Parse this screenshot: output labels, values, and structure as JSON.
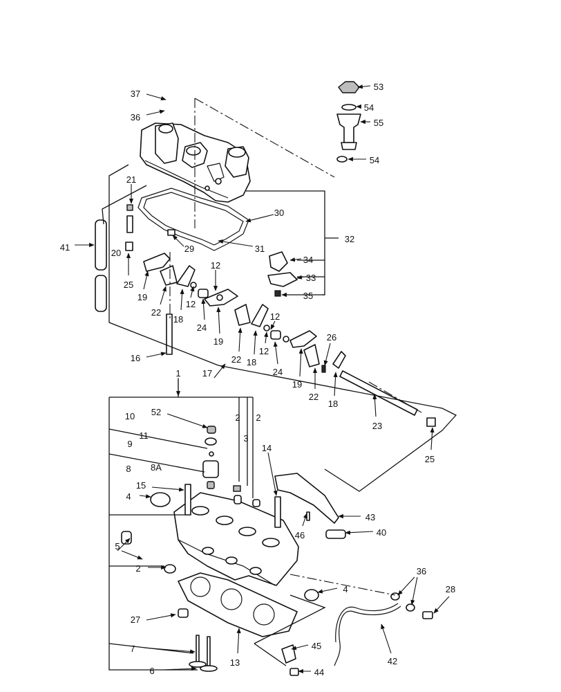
{
  "callouts": {
    "c1": "1",
    "c2a": "2",
    "c2b": "2",
    "c2c": "2",
    "c3": "3",
    "c4a": "4",
    "c4b": "4",
    "c5": "5",
    "c6": "6",
    "c7": "7",
    "c8": "8",
    "c8a": "8A",
    "c9": "9",
    "c10": "10",
    "c11": "11",
    "c12a": "12",
    "c12b": "12",
    "c12c": "12",
    "c12d": "12",
    "c13": "13",
    "c14": "14",
    "c15": "15",
    "c16": "16",
    "c17": "17",
    "c18a": "18",
    "c18b": "18",
    "c18c": "18",
    "c19a": "19",
    "c19b": "19",
    "c19c": "19",
    "c20": "20",
    "c21": "21",
    "c22a": "22",
    "c22b": "22",
    "c22c": "22",
    "c23": "23",
    "c24a": "24",
    "c24b": "24",
    "c25a": "25",
    "c25b": "25",
    "c26": "26",
    "c27": "27",
    "c28": "28",
    "c29": "29",
    "c30": "30",
    "c31": "31",
    "c32": "32",
    "c33": "33",
    "c34": "34",
    "c35": "35",
    "c36a": "36",
    "c36b": "36",
    "c37": "37",
    "c40": "40",
    "c41": "41",
    "c42": "42",
    "c43": "43",
    "c44": "44",
    "c45": "45",
    "c46": "46",
    "c52": "52",
    "c53": "53",
    "c54a": "54",
    "c54b": "54",
    "c55": "55"
  }
}
